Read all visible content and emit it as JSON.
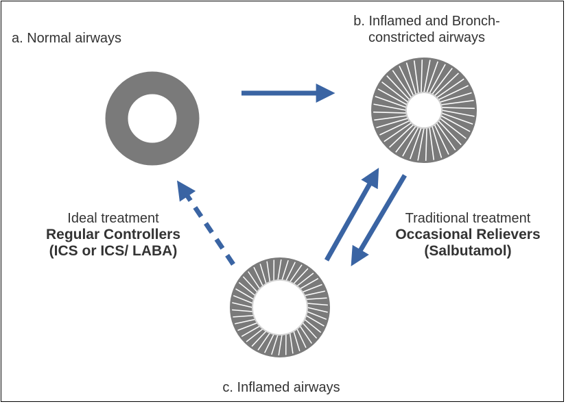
{
  "labels": {
    "normal": "a. Normal airways",
    "inflamed_constricted_line1": "b. Inflamed and Bronch-",
    "inflamed_constricted_line2": "constricted airways",
    "inflamed": "c. Inflamed airways"
  },
  "ideal_treatment": {
    "title": "Ideal treatment",
    "name": "Regular Controllers",
    "detail": "(ICS or ICS/ LABA)"
  },
  "traditional_treatment": {
    "title": "Traditional treatment",
    "name": "Occasional Relievers",
    "detail": "(Salbutamol)"
  },
  "colors": {
    "arrow": "#3a64a3",
    "ring": "#777777",
    "text": "#333333",
    "border": "#000000"
  }
}
